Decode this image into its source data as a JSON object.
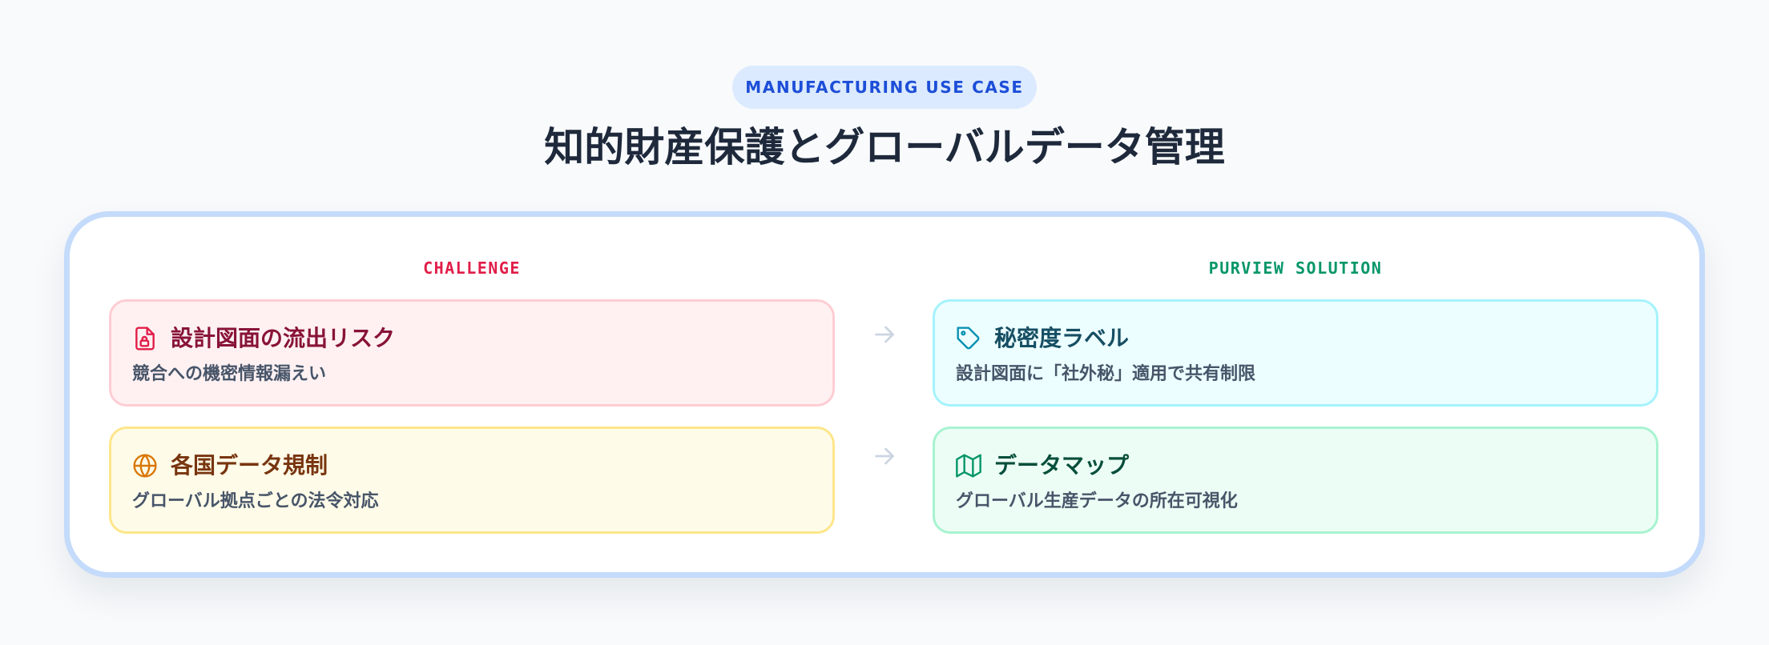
{
  "header": {
    "badge": "MANUFACTURING USE CASE",
    "title": "知的財産保護とグローバルデータ管理"
  },
  "columns": {
    "challenge": "CHALLENGE",
    "solution": "PURVIEW SOLUTION"
  },
  "challenges": [
    {
      "icon": "file-lock-icon",
      "title": "設計図面の流出リスク",
      "desc": "競合への機密情報漏えい"
    },
    {
      "icon": "globe-icon",
      "title": "各国データ規制",
      "desc": "グローバル拠点ごとの法令対応"
    }
  ],
  "solutions": [
    {
      "icon": "tag-icon",
      "title": "秘密度ラベル",
      "desc": "設計図面に「社外秘」適用で共有制限"
    },
    {
      "icon": "map-icon",
      "title": "データマップ",
      "desc": "グローバル生産データの所在可視化"
    }
  ],
  "arrows": [
    "arrow-right-icon",
    "arrow-right-icon"
  ],
  "colors": {
    "accent": "#1d4ed8",
    "challenge": "#e11d48",
    "solution": "#059669",
    "panel_border": "#c4dbfb"
  }
}
